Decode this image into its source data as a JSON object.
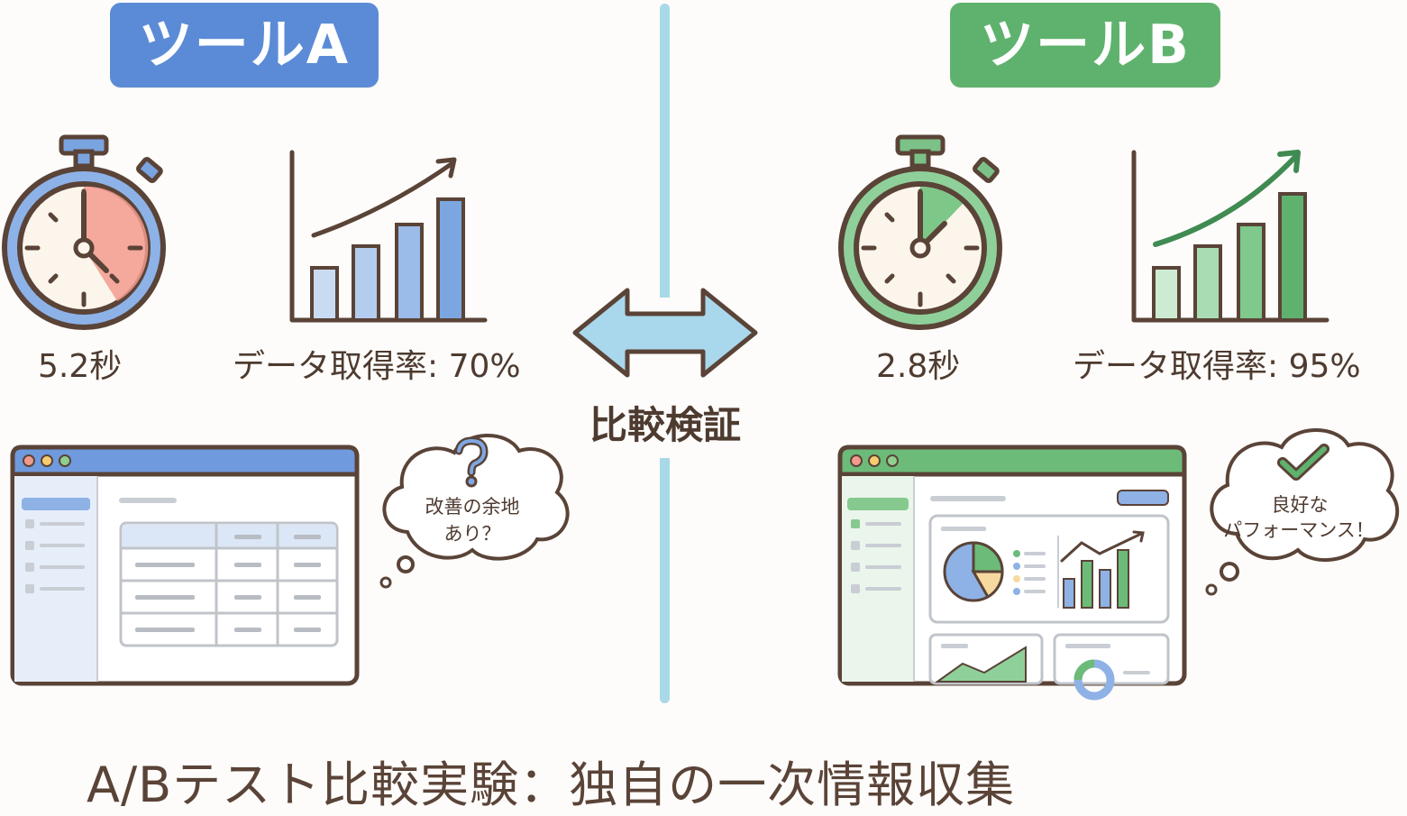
{
  "tool_a": {
    "label": "ツールA",
    "time": "5.2秒",
    "data_rate": "データ取得率: 70%",
    "bubble_line1": "改善の余地",
    "bubble_line2": "あり？",
    "color": "#5b8bd6"
  },
  "tool_b": {
    "label": "ツールB",
    "time": "2.8秒",
    "data_rate": "データ取得率: 95%",
    "bubble_line1": "良好な",
    "bubble_line2": "パフォーマンス！",
    "color": "#5fb26d"
  },
  "center": {
    "label": "比較検証"
  },
  "footer": {
    "title": "A/Bテスト比較実験：独自の一次情報収集"
  },
  "icons": {
    "a": [
      "stopwatch-icon",
      "bar-chart-icon",
      "app-window-icon",
      "question-mark-icon"
    ],
    "b": [
      "stopwatch-icon",
      "bar-chart-icon",
      "dashboard-window-icon",
      "check-mark-icon"
    ],
    "center": [
      "double-arrow-icon"
    ]
  }
}
